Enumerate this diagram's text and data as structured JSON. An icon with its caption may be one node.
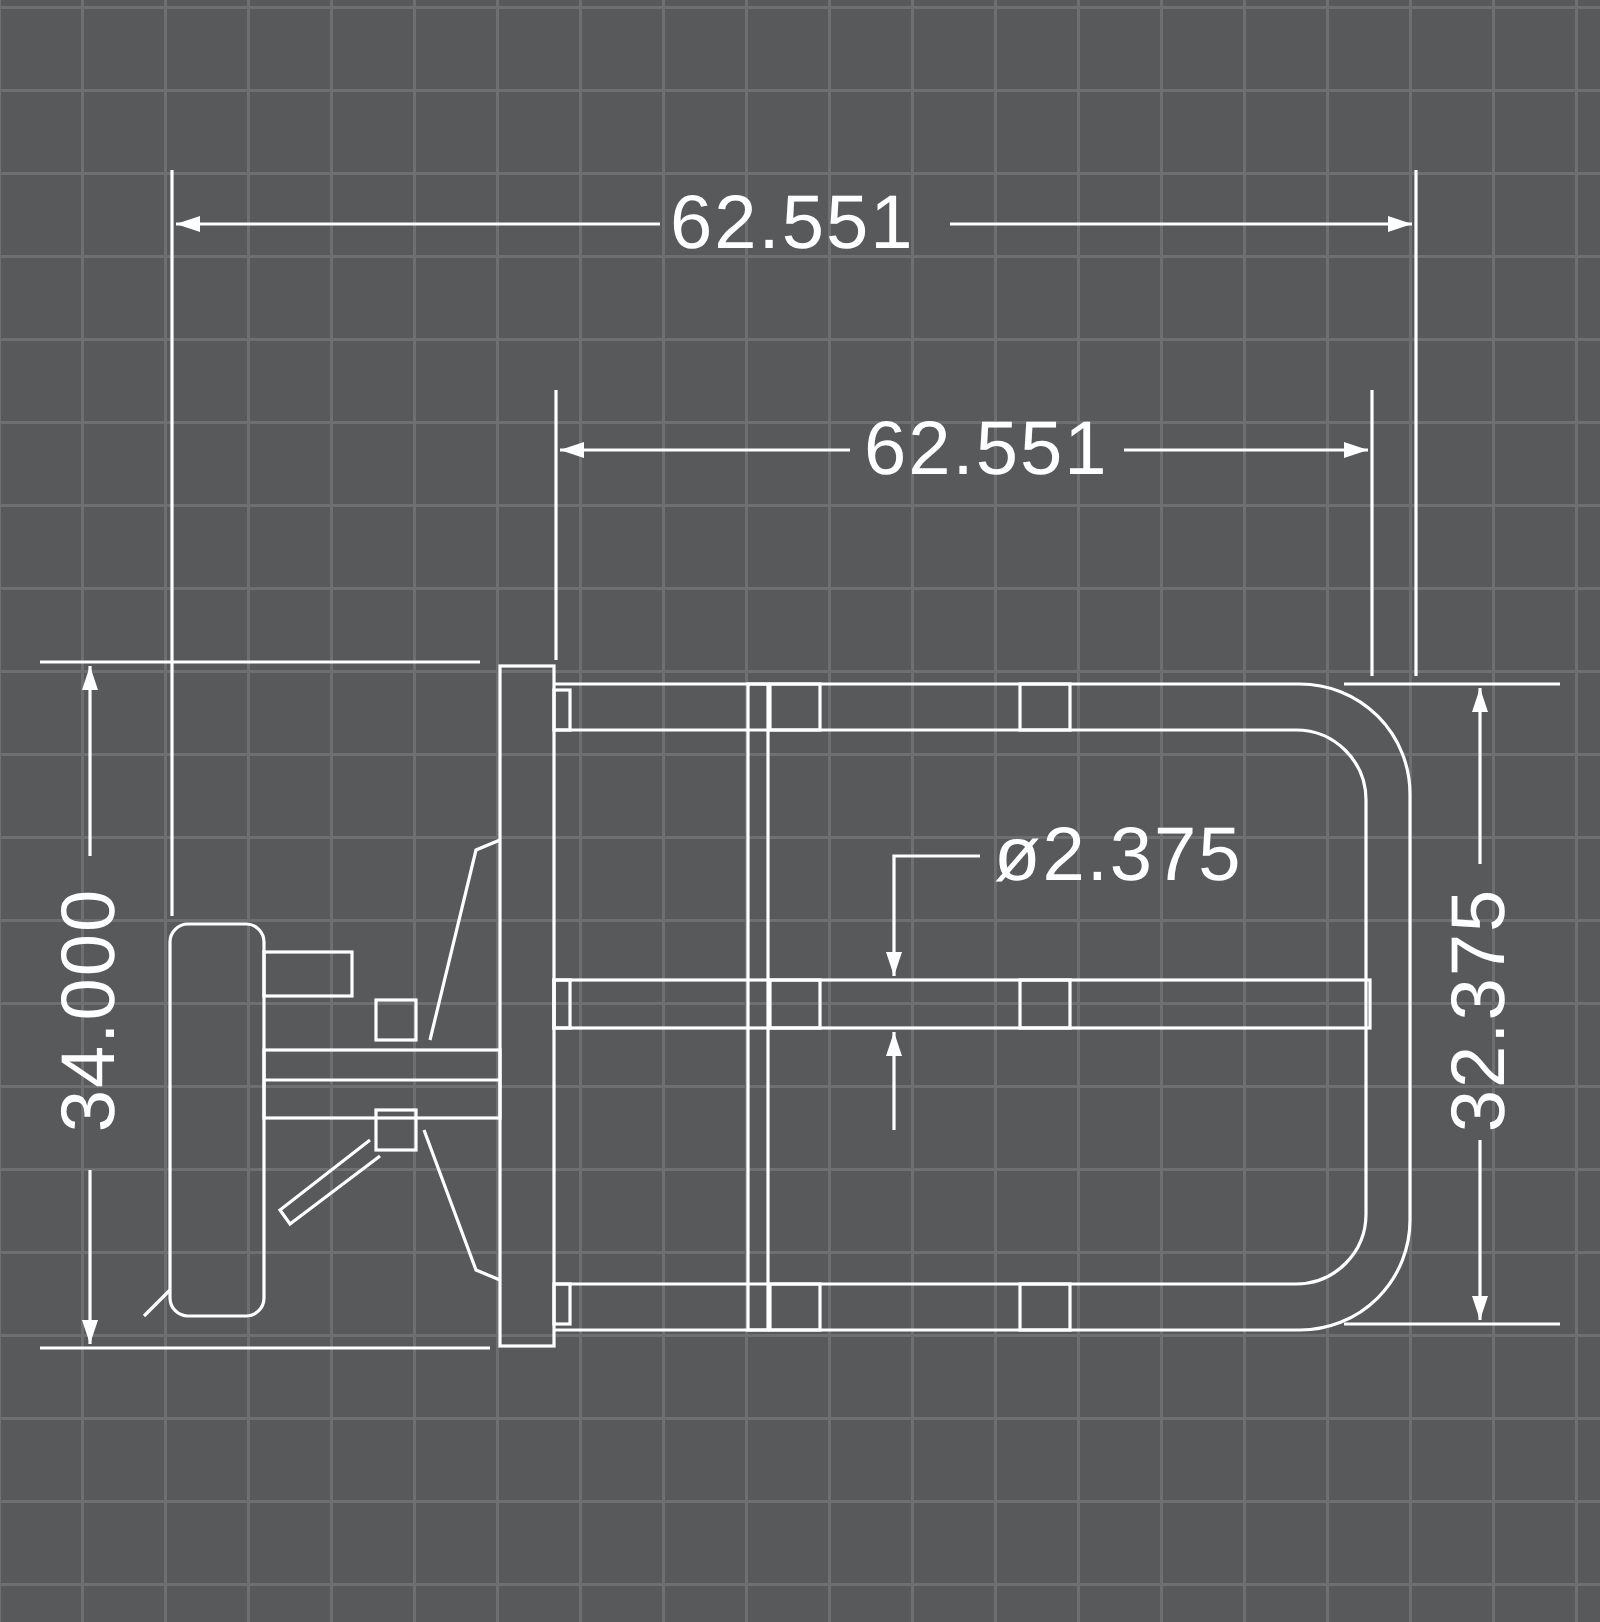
{
  "diagram": {
    "labels": [
      "62.551",
      "62.551",
      "ø2.375",
      "34.000",
      "32.375"
    ]
  }
}
